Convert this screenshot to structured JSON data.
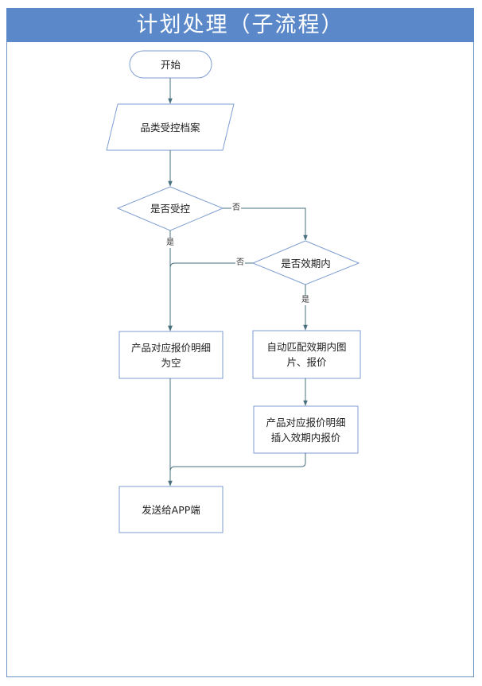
{
  "title": "计划处理（子流程）",
  "nodes": {
    "start": "开始",
    "archive": "品类受控档案",
    "is_controlled": "是否受控",
    "in_validity": "是否效期内",
    "empty_detail": "产品对应报价明细\n为空",
    "auto_match": "自动匹配效期内图\n片、报价",
    "insert_quote": "产品对应报价明细\n插入效期内报价",
    "send_app": "发送给APP端"
  },
  "edge_labels": {
    "controlled_no": "否",
    "controlled_yes": "是",
    "validity_no": "否",
    "validity_yes": "是"
  },
  "colors": {
    "header": "#5b88c8",
    "shape_border": "#7f9ed0",
    "connector": "#47707e"
  }
}
